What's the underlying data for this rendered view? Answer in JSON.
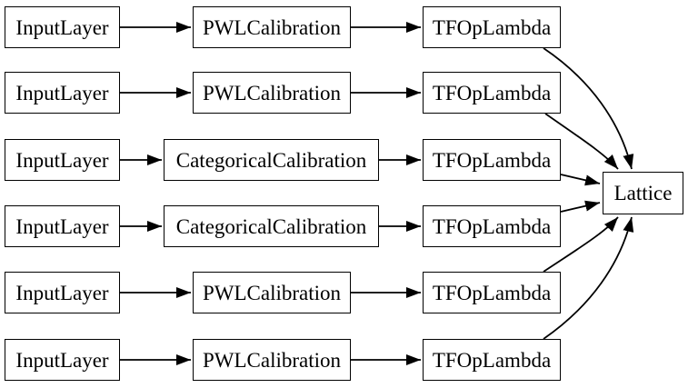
{
  "diagram": {
    "background": "#ffffff",
    "node_border_color": "#000000",
    "edge_color": "#000000",
    "text_color": "#000000",
    "rows": [
      {
        "input": "InputLayer",
        "calibration": "PWLCalibration",
        "lambda": "TFOpLambda"
      },
      {
        "input": "InputLayer",
        "calibration": "PWLCalibration",
        "lambda": "TFOpLambda"
      },
      {
        "input": "InputLayer",
        "calibration": "CategoricalCalibration",
        "lambda": "TFOpLambda"
      },
      {
        "input": "InputLayer",
        "calibration": "CategoricalCalibration",
        "lambda": "TFOpLambda"
      },
      {
        "input": "InputLayer",
        "calibration": "PWLCalibration",
        "lambda": "TFOpLambda"
      },
      {
        "input": "InputLayer",
        "calibration": "PWLCalibration",
        "lambda": "TFOpLambda"
      }
    ],
    "output": {
      "label": "Lattice"
    },
    "connections": [
      "row1: InputLayer -> PWLCalibration -> TFOpLambda -> Lattice",
      "row2: InputLayer -> PWLCalibration -> TFOpLambda -> Lattice",
      "row3: InputLayer -> CategoricalCalibration -> TFOpLambda -> Lattice",
      "row4: InputLayer -> CategoricalCalibration -> TFOpLambda -> Lattice",
      "row5: InputLayer -> PWLCalibration -> TFOpLambda -> Lattice",
      "row6: InputLayer -> PWLCalibration -> TFOpLambda -> Lattice"
    ]
  }
}
